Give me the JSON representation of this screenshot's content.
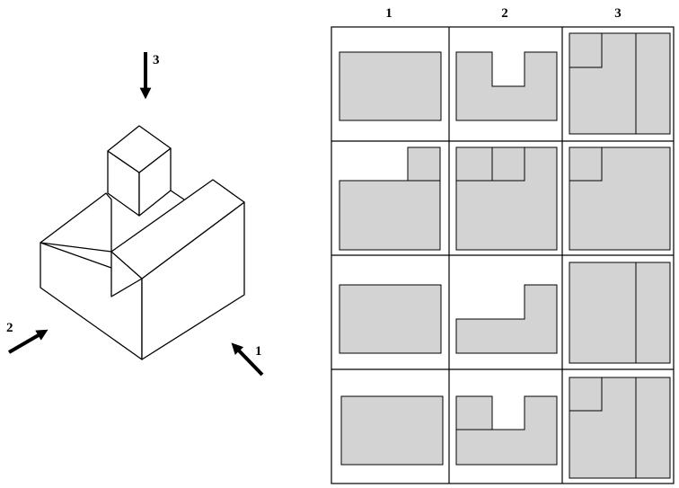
{
  "colors": {
    "shape_fill": "#d3d3d3",
    "stroke": "#000000"
  },
  "figure": {
    "direction_labels": {
      "dir1": "1",
      "dir2": "2",
      "dir3": "3"
    }
  },
  "grid": {
    "column_headers": [
      "1",
      "2",
      "3"
    ]
  }
}
